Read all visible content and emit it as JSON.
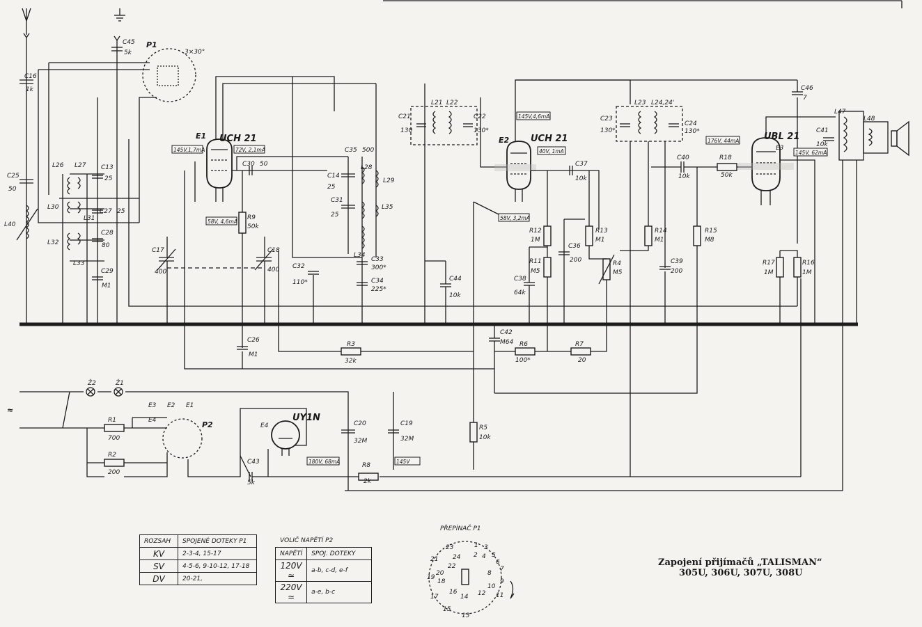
{
  "caption": {
    "line1": "Zapojení přijímačů „TALISMAN“",
    "line2": "305U, 306U, 307U, 308U"
  },
  "tubes": {
    "e1": {
      "designator": "E1",
      "type": "UCH 21",
      "voltage_tag": "145V,1,7mA",
      "tag2": "72V, 2,1mA",
      "tag3": "58V, 4,6mA"
    },
    "e2": {
      "designator": "E2",
      "type": "UCH 21",
      "voltage_tag": "145V,4,6mA",
      "tag2": "40V, 1mA",
      "tag3": "58V, 3,2mA"
    },
    "e3": {
      "designator": "E3",
      "type": "UBL 21",
      "voltage_tag": "176V, 44mA",
      "tag2": "145V, 62mA"
    },
    "e4": {
      "designator": "E4",
      "type": "UY1N"
    }
  },
  "switches": {
    "p1": "P1",
    "p1_angle": "3×30°",
    "p2": "P2"
  },
  "supply_tags": {
    "t1": "180V, 68mA",
    "t2": "145V"
  },
  "labels": {
    "c16": "C16",
    "c16v": "1k",
    "c45": "C45",
    "c45v": "5k",
    "c25": "C25",
    "c25v": "50",
    "l40": "L40",
    "l26": "L26",
    "l27": "L27",
    "c13": "C13",
    "c13v": "25",
    "l30": "L30",
    "c27": "C27",
    "c27v": "25",
    "l31": "L31",
    "l32": "L32",
    "c28": "C28",
    "c28v": "80",
    "l33": "L33",
    "c29": "C29",
    "c29v": "M1",
    "c17": "C17",
    "c17v": "400",
    "c18": "C18",
    "c18v": "400",
    "c30": "C30",
    "c30v": "50",
    "r9": "R9",
    "r9v": "50k",
    "c32": "C32",
    "c32v": "110*",
    "c35": "C35",
    "c35v": "500",
    "c14": "C14",
    "c14v": "25",
    "l28": "L28",
    "l29": "L29",
    "c31": "C31",
    "c31v": "25",
    "l35": "L35",
    "l34": "L34",
    "c33": "C33",
    "c33v": "300*",
    "c34": "C34",
    "c34v": "225*",
    "c21": "C21",
    "c21v": "130",
    "l21": "L21",
    "l22": "L22",
    "c22": "C22",
    "c22v": "130*",
    "c44": "C44",
    "c44v": "10k",
    "c37": "C37",
    "c37v": "10k",
    "r12": "R12",
    "r12v": "1M",
    "r11": "R11",
    "r11v": "M5",
    "c38": "C38",
    "c38v": "64k",
    "c36": "C36",
    "c36v": "200",
    "r13": "R13",
    "r13v": "M1",
    "r4": "R4",
    "r4v": "M5",
    "c23": "C23",
    "c23v": "130*",
    "l23": "L23",
    "l24": "L24,24'",
    "c24": "C24",
    "c24v": "130*",
    "r14": "R14",
    "r14v": "M1",
    "c39": "C39",
    "c39v": "200",
    "c40": "C40",
    "c40v": "10k",
    "r18": "R18",
    "r18v": "50k",
    "r15": "R15",
    "r15v": "M8",
    "c46": "C46",
    "c46v": "7",
    "l47": "L47",
    "l48": "L48",
    "c41": "C41",
    "c41v": "10k",
    "r17": "R17",
    "r17v": "1M",
    "r16": "R16",
    "r16v": "1M",
    "c26": "C26",
    "c26v": "M1",
    "r3": "R3",
    "r3v": "32k",
    "c42": "C42",
    "c42v": "M64",
    "r6": "R6",
    "r6v": "100*",
    "r7": "R7",
    "r7v": "20",
    "z2": "Ž2",
    "z1": "Ž1",
    "mains": "≈",
    "e3": "E3",
    "e2": "E2",
    "e1": "E1",
    "e4": "E4",
    "r1": "R1",
    "r1v": "700",
    "r2": "R2",
    "r2v": "200",
    "c20": "C20",
    "c20v": "32M",
    "c19": "C19",
    "c19v": "32M",
    "c43": "C43",
    "c43v": "5k",
    "r8": "R8",
    "r8v": "2k",
    "r5": "R5",
    "r5v": "10k"
  },
  "range_table": {
    "headers": [
      "ROZSAH",
      "SPOJENÉ DOTEKY P1"
    ],
    "rows": [
      [
        "KV",
        "2-3-4, 15-17"
      ],
      [
        "SV",
        "4-5-6, 9-10-12, 17-18"
      ],
      [
        "DV",
        "20-21,"
      ]
    ]
  },
  "voltage_table": {
    "title": "VOLIČ NAPĚTÍ P2",
    "headers": [
      "NAPĚTÍ",
      "SPOJ. DOTEKY"
    ],
    "rows": [
      [
        "120V ≃",
        "a-b, c-d, e-f"
      ],
      [
        "220V ≃",
        "a-e, b-c"
      ]
    ]
  },
  "selector": {
    "title": "PŘEPÍNAČ P1",
    "contacts": [
      "1",
      "2",
      "3",
      "4",
      "5",
      "6",
      "7",
      "8",
      "9",
      "10",
      "11",
      "12",
      "13",
      "14",
      "15",
      "16",
      "17",
      "18",
      "19",
      "20",
      "21",
      "22",
      "23",
      "24"
    ]
  }
}
